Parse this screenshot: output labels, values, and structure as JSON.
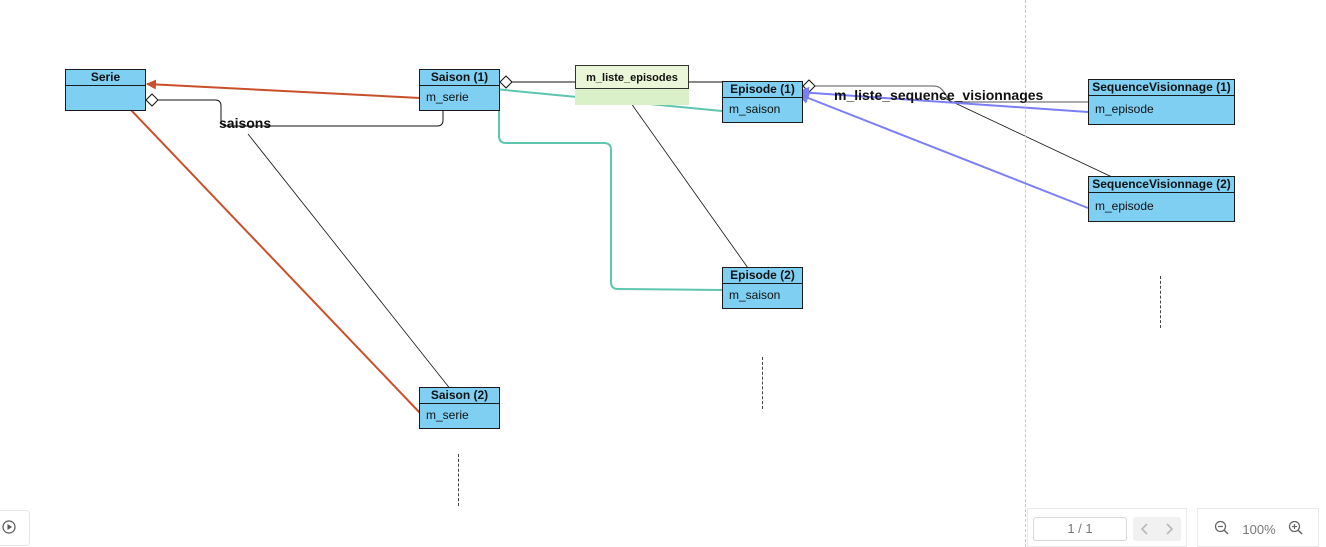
{
  "diagram": {
    "classes": [
      {
        "id": "serie",
        "title": "Serie",
        "attribute": ""
      },
      {
        "id": "saison1",
        "title": "Saison (1)",
        "attribute": "m_serie"
      },
      {
        "id": "saison2",
        "title": "Saison (2)",
        "attribute": "m_serie"
      },
      {
        "id": "episode1",
        "title": "Episode (1)",
        "attribute": "m_saison"
      },
      {
        "id": "episode2",
        "title": "Episode (2)",
        "attribute": "m_saison"
      },
      {
        "id": "seqvis1",
        "title": "SequenceVisionnage (1)",
        "attribute": "m_episode"
      },
      {
        "id": "seqvis2",
        "title": "SequenceVisionnage (2)",
        "attribute": "m_episode"
      }
    ],
    "labels": {
      "saisons": "saisons",
      "m_liste_episodes": "m_liste_episodes",
      "m_liste_sequence_visionnages": "m_liste_sequence_visionnages"
    },
    "colors": {
      "class_fill": "#7fcff2",
      "serie_ref_arrow": "#c9502a",
      "saison_ref_arrow": "#5ec6b0",
      "episode_ref_arrow": "#7b7ff5",
      "container_link": "#111111",
      "note_fill": "#d9f0c8"
    }
  },
  "controls": {
    "page_indicator": "1 / 1",
    "zoom_level": "100%",
    "icons": {
      "play": "play-icon",
      "prev": "chevron-left-icon",
      "next": "chevron-right-icon",
      "zoom_out": "zoom-out-icon",
      "zoom_in": "zoom-in-icon"
    }
  }
}
